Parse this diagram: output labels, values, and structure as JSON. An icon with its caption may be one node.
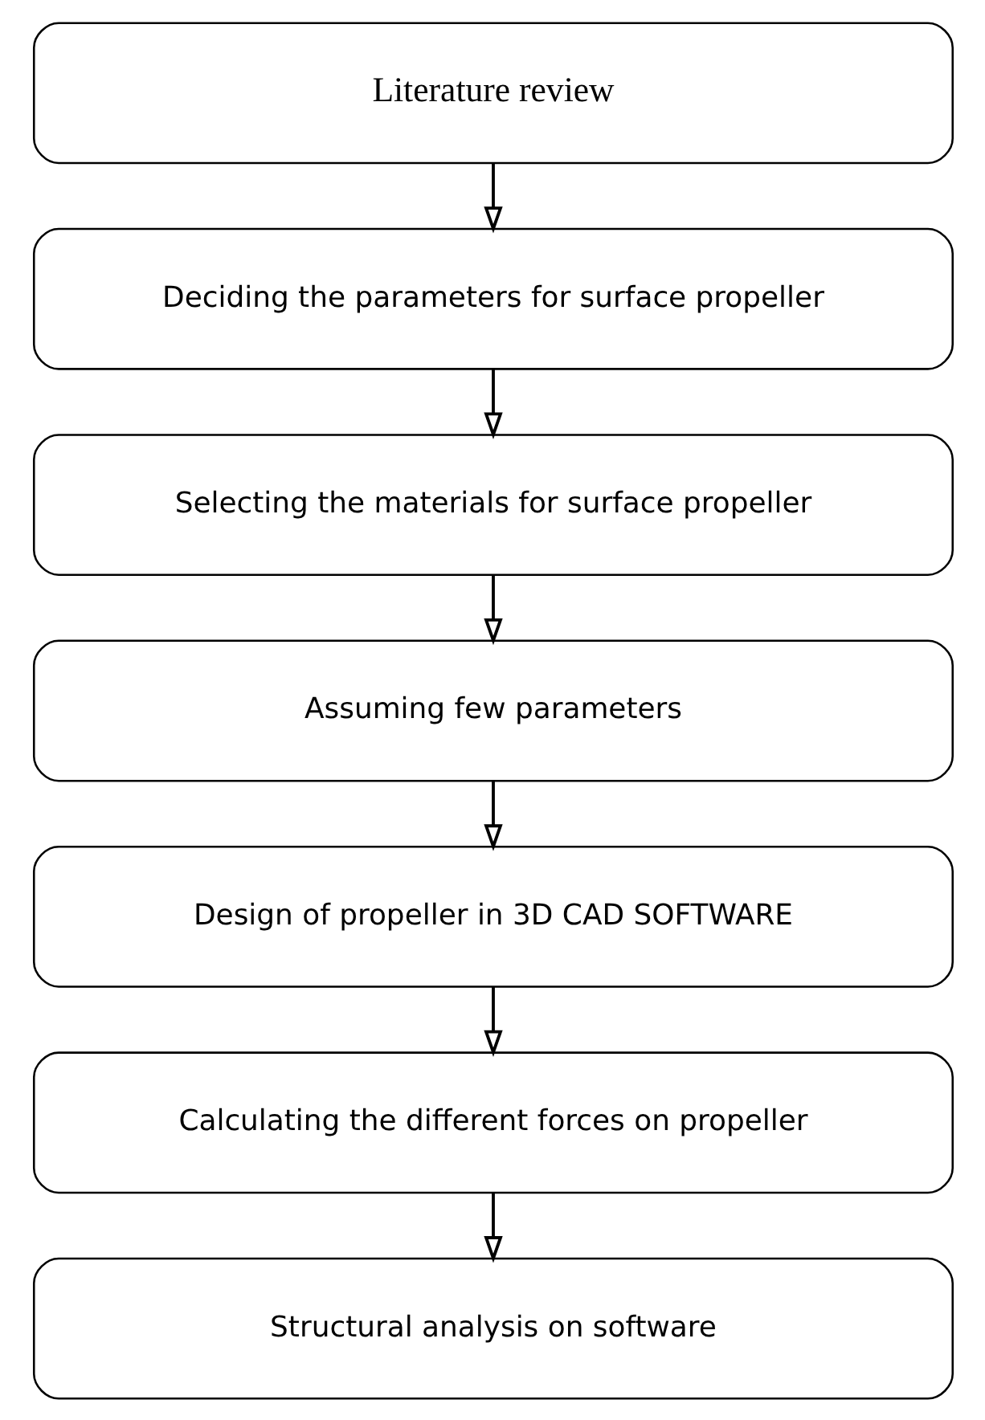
{
  "diagram": {
    "nodes": [
      {
        "text": [
          "Literature review"
        ]
      },
      {
        "text": [
          "Deciding the parameters for surface propeller"
        ]
      },
      {
        "text": [
          "Selecting the materials for surface propeller"
        ]
      },
      {
        "text": [
          "Assuming few parameters"
        ]
      },
      {
        "text": [
          "Design of propeller in 3D CAD SOFTWARE"
        ]
      },
      {
        "text": [
          "Calculating the different forces on propeller"
        ]
      },
      {
        "text": [
          "Structural analysis on software"
        ]
      }
    ],
    "edges": [
      {
        "from": 0,
        "to": 1,
        "arrow": "to"
      },
      {
        "from": 1,
        "to": 2,
        "arrow": "to"
      },
      {
        "from": 2,
        "to": 3,
        "arrow": "to"
      },
      {
        "from": 3,
        "to": 4,
        "arrow": "to"
      },
      {
        "from": 4,
        "to": 5,
        "arrow": "to"
      },
      {
        "from": 5,
        "to": 6,
        "arrow": "to"
      }
    ]
  }
}
